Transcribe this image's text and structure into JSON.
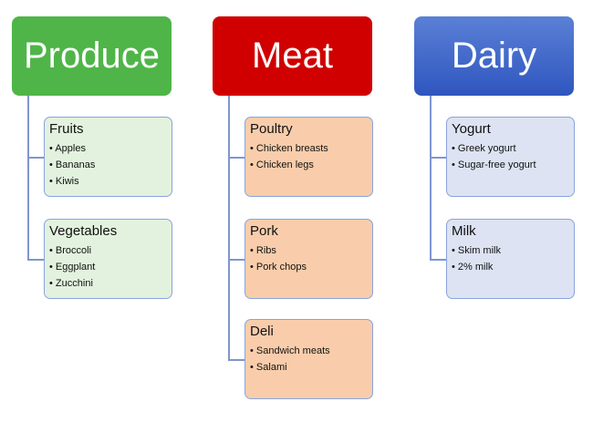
{
  "columns": [
    {
      "title": "Produce",
      "header_color": "#4fb548",
      "child_bg": "#e2f2de",
      "children": [
        {
          "title": "Fruits",
          "items": [
            "Apples",
            "Bananas",
            "Kiwis"
          ]
        },
        {
          "title": "Vegetables",
          "items": [
            "Broccoli",
            "Eggplant",
            "Zucchini"
          ]
        }
      ]
    },
    {
      "title": "Meat",
      "header_color": "#d00000",
      "child_bg": "#f9cdab",
      "children": [
        {
          "title": "Poultry",
          "items": [
            "Chicken breasts",
            "Chicken legs"
          ]
        },
        {
          "title": "Pork",
          "items": [
            "Ribs",
            "Pork chops"
          ]
        },
        {
          "title": "Deli",
          "items": [
            "Sandwich meats",
            "Salami"
          ]
        }
      ]
    },
    {
      "title": "Dairy",
      "header_color": "#3d63c9",
      "child_bg": "#dde3f2",
      "children": [
        {
          "title": "Yogurt",
          "items": [
            "Greek yogurt",
            "Sugar-free yogurt"
          ]
        },
        {
          "title": "Milk",
          "items": [
            "Skim milk",
            "2% milk"
          ]
        }
      ]
    }
  ]
}
